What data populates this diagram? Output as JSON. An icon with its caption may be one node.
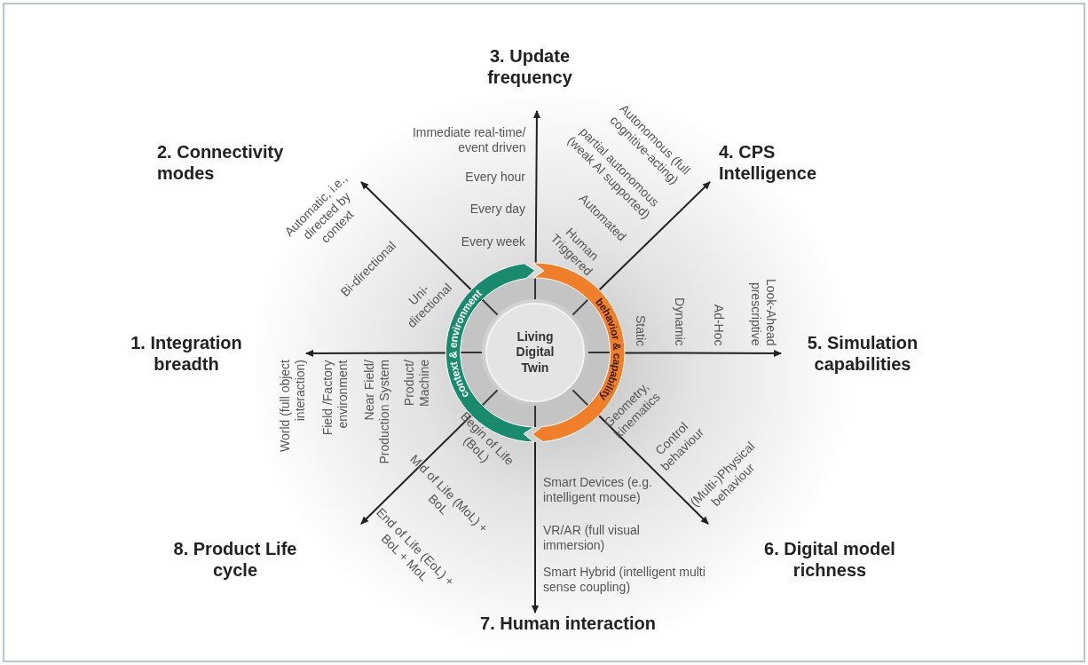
{
  "diagram": {
    "nodes": [
      {
        "text": [
          "Living Digital Twin"
        ]
      },
      {
        "text": [
          "context & environment"
        ]
      },
      {
        "text": [
          "behavior & capability"
        ]
      }
    ],
    "labels": [
      "1. Integration breadth",
      "Product/ Machine",
      "Near Field/ Production System",
      "Field /Factory environment",
      "World (full object interaction)",
      "2. Connectivity modes",
      "Uni- directional",
      "Bi-directional",
      "Automatic, i.e., directed by context",
      "3. Update frequency",
      "Every week",
      "Every day",
      "Every hour",
      "Immediate real-time/ event driven",
      "4. CPS Intelligence",
      "Human Triggered",
      "Automated",
      "partial autonomous (weak AI supported)",
      "Autonomous (full cognitive-acting)",
      "5. Simulation capabilities",
      "Static",
      "Dynamic",
      "Ad-Hoc",
      "Look-Ahead prescriptive",
      "6. Digital model richness",
      "Geometry, kinematics",
      "Control behaviour",
      "(Multi-)Physical behaviour",
      "7. Human interaction",
      "Smart Devices (e.g. intelligent mouse)",
      "VR/AR (full visual immersion)",
      "Smart Hybrid (intelligent multi sense coupling)",
      "8. Product Life cycle",
      "Begin of Life (BoL)",
      "Mid of Life (MoL) + BoL",
      "End of Life (EoL) + BoL + MoL"
    ]
  }
}
